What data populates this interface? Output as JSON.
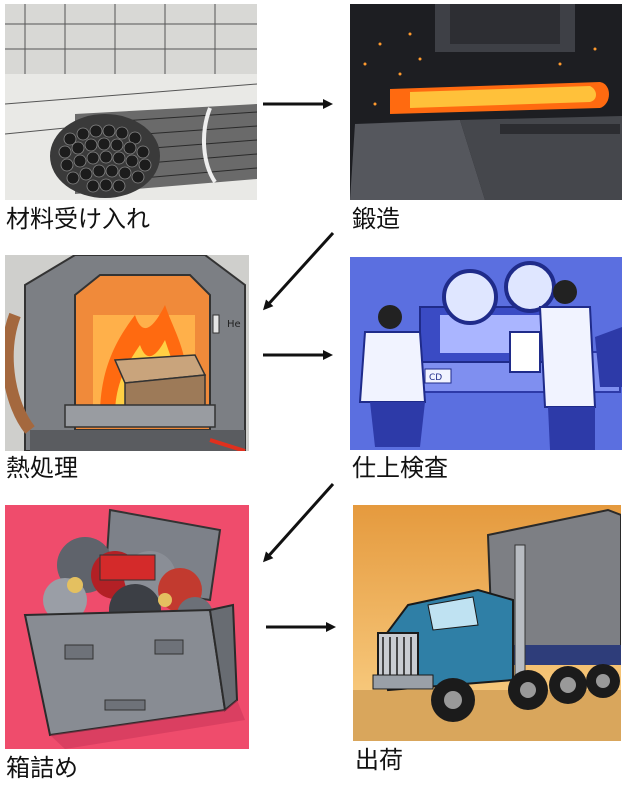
{
  "steps": [
    {
      "label": "材料受け入れ",
      "icon": "steel-bars-image"
    },
    {
      "label": "鍛造",
      "icon": "forging-image"
    },
    {
      "label": "熱処理",
      "icon": "furnace-image"
    },
    {
      "label": "仕上検査",
      "icon": "inspection-image"
    },
    {
      "label": "箱詰め",
      "icon": "parts-box-image"
    },
    {
      "label": "出荷",
      "icon": "truck-image"
    }
  ],
  "furnace_tag": "He",
  "inspection_tag": "CD"
}
